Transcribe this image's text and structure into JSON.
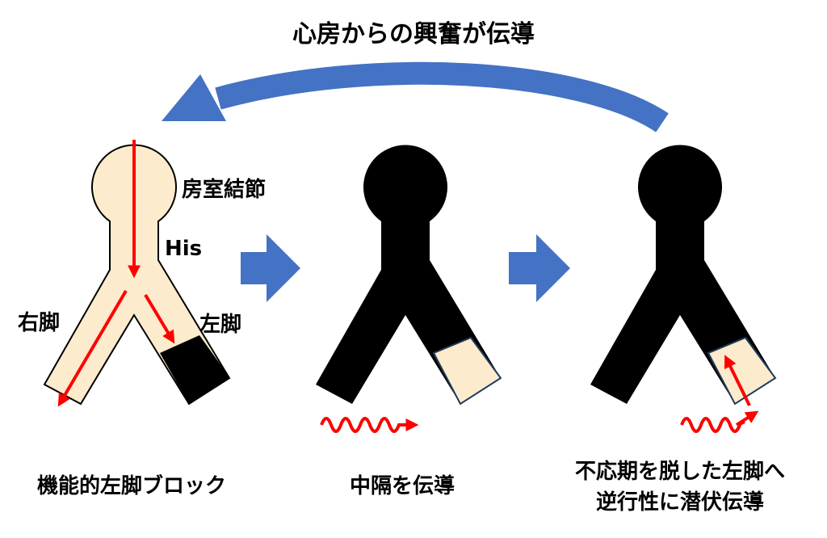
{
  "top_arrow_label": "心房からの興奮が伝導",
  "panel1": {
    "av_node_label": "房室結節",
    "his_label": "His",
    "right_bundle_label": "右脚",
    "left_bundle_label": "左脚",
    "caption": "機能的左脚ブロック"
  },
  "panel2": {
    "caption": "中隔を伝導"
  },
  "panel3": {
    "caption_line1": "不応期を脱した左脚へ",
    "caption_line2": "逆行性に潜伏伝導"
  },
  "colors": {
    "blue_arrow": "#4472C4",
    "tissue_fill": "#FCEBCC",
    "block": "#000000",
    "conduction": "#FF0000"
  }
}
